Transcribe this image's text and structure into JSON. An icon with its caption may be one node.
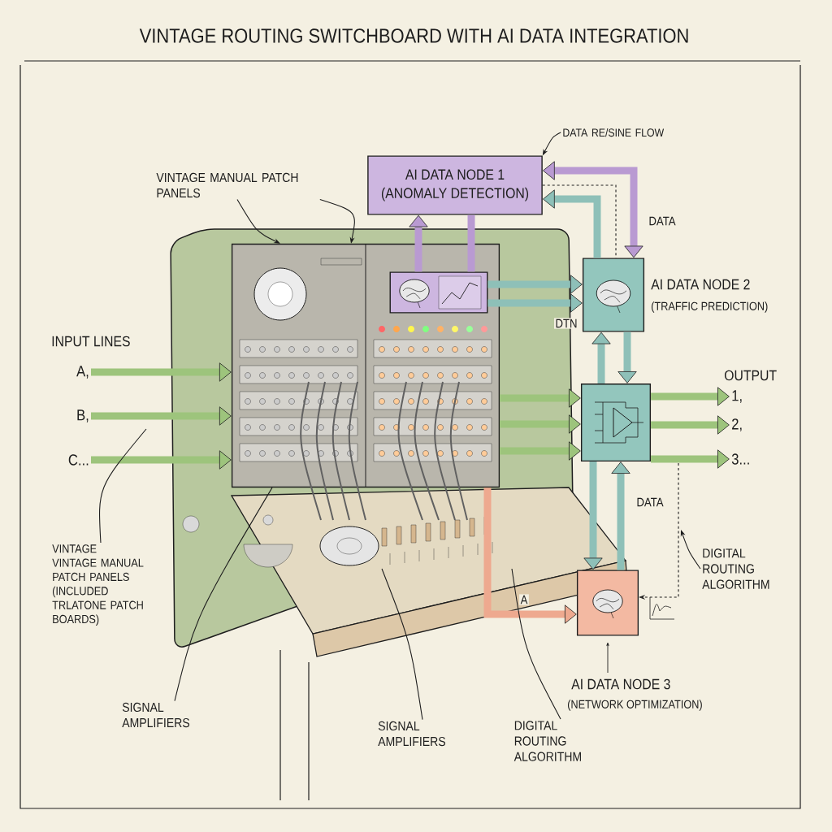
{
  "diagram": {
    "title": "VINTAGE ROUTING SWITCHBOARD WITH AI DATA INTEGRATION",
    "nodes": [
      {
        "text": [
          "AI DATA NODE 1",
          "(ANOMALY DETECTION)"
        ]
      },
      {
        "text": [],
        "shape": "picture",
        "in": 5
      },
      {
        "text": [
          "AI DATA NODE 2",
          "(TRAFFIC PREDICTION)"
        ]
      },
      {
        "text": [],
        "shape": "picture"
      },
      {
        "text": [
          "AI DATA NODE 3",
          "(NETWORK OPTIMIZATION)"
        ]
      },
      {
        "text": [],
        "shape": "picture"
      },
      {
        "text": [
          "A,"
        ]
      },
      {
        "text": [
          "B,"
        ]
      },
      {
        "text": [
          "C..."
        ]
      },
      {
        "text": [
          "1,"
        ]
      },
      {
        "text": [
          "2,"
        ]
      },
      {
        "text": [
          "3..."
        ]
      },
      {
        "text": [
          "VINTAGE MANUAL PATCH PANELS"
        ]
      },
      {
        "text": [
          "DATA RE/SINE FLOW"
        ]
      },
      {
        "text": [
          "VINTAGE VINTAGE MANUAL PATCH PANELS (INCLUDED TRLATONE PATCH BOARDS)"
        ]
      },
      {
        "text": [
          "SIGNAL AMPLIFIERS"
        ]
      },
      {
        "text": [
          "SIGNAL AMPLIFIERS"
        ]
      },
      {
        "text": [
          "DIGITAL ROUTING ALGORITHM"
        ]
      },
      {
        "text": [
          "DIGITAL ROUTING ALGORITHM"
        ]
      }
    ],
    "edges": [
      {
        "from": 1,
        "to": 0,
        "arrow": "to",
        "color": "#b99ad2"
      },
      {
        "from": 1,
        "to": 0,
        "arrow": "none",
        "color": "#b99ad2"
      },
      {
        "from": 2,
        "to": 0,
        "arrow": "both",
        "color": "#b99ad2",
        "label": "DATA"
      },
      {
        "from": 2,
        "to": 0,
        "arrow": "to",
        "color": "#8ec0b8"
      },
      {
        "from": 0,
        "to": 2,
        "arrow": "none",
        "style": "dashed"
      },
      {
        "from": 1,
        "to": 2,
        "arrow": "to",
        "color": "#8ec0b8"
      },
      {
        "from": 1,
        "to": 2,
        "arrow": "to",
        "color": "#8ec0b8",
        "label": "DTN"
      },
      {
        "from": 3,
        "to": 2,
        "arrow": "to",
        "color": "#8ec0b8"
      },
      {
        "from": 2,
        "to": 3,
        "arrow": "to",
        "color": "#8ec0b8"
      },
      {
        "from": 3,
        "to": 4,
        "arrow": "to",
        "color": "#8ec0b8"
      },
      {
        "from": 4,
        "to": 3,
        "arrow": "to",
        "color": "#8ec0b8",
        "label": "DATA"
      },
      {
        "from": 3,
        "to": 4,
        "arrow": "to",
        "style": "dashed"
      },
      {
        "from": 5,
        "to": 4,
        "arrow": "to",
        "color": "#eea98f",
        "label": "A"
      },
      {
        "from": 6,
        "to": 5,
        "arrow": "to",
        "color": "#9dc47c"
      },
      {
        "from": 7,
        "to": 5,
        "arrow": "to",
        "color": "#9dc47c"
      },
      {
        "from": 8,
        "to": 5,
        "arrow": "to",
        "color": "#9dc47c"
      },
      {
        "from": 5,
        "to": 3,
        "arrow": "to",
        "color": "#9dc47c"
      },
      {
        "from": 5,
        "to": 3,
        "arrow": "to",
        "color": "#9dc47c"
      },
      {
        "from": 5,
        "to": 3,
        "arrow": "to",
        "color": "#9dc47c"
      },
      {
        "from": 3,
        "to": 9,
        "arrow": "to",
        "color": "#9dc47c"
      },
      {
        "from": 3,
        "to": 10,
        "arrow": "to",
        "color": "#9dc47c"
      },
      {
        "from": 3,
        "to": 11,
        "arrow": "to",
        "color": "#9dc47c"
      },
      {
        "from": 12,
        "to": 5,
        "arrow": "to"
      },
      {
        "from": 12,
        "to": 5,
        "arrow": "to"
      },
      {
        "from": 13,
        "to": 0,
        "arrow": "to"
      },
      {
        "from": 14,
        "to": null,
        "arrow": "none"
      },
      {
        "from": 15,
        "to": 5,
        "arrow": "none"
      },
      {
        "from": 16,
        "to": null,
        "arrow": "none"
      },
      {
        "from": 17,
        "to": null,
        "arrow": "none"
      },
      {
        "from": 18,
        "to": null,
        "arrow": "to"
      }
    ],
    "labels": [
      "INPUT LINES",
      "OUTPUT"
    ]
  }
}
